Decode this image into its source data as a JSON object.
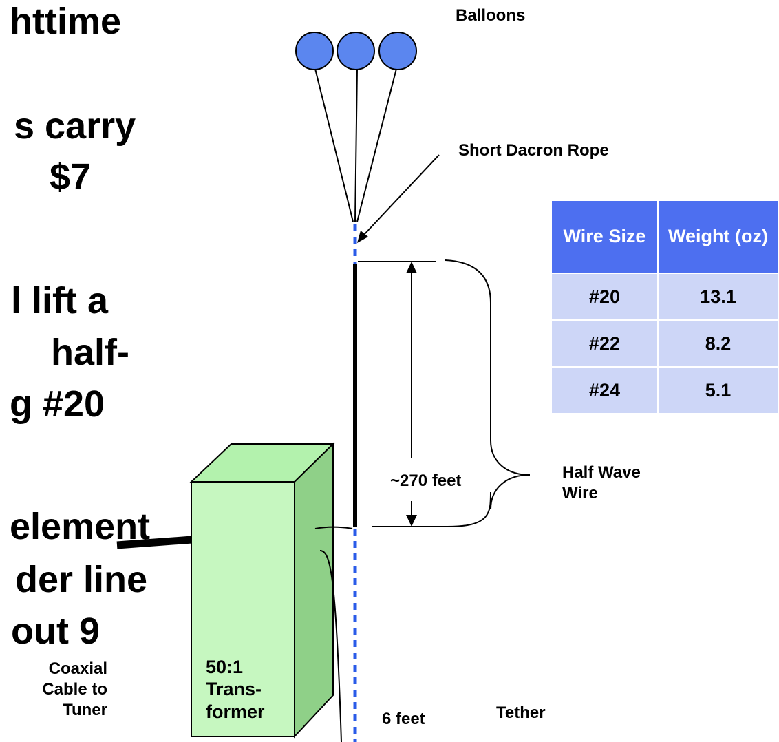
{
  "slide_text": {
    "lines": [
      "httime",
      "s carry",
      "$7",
      "l lift a",
      "half-",
      "g #20",
      "element",
      "der line",
      "out 9"
    ]
  },
  "labels": {
    "balloons": "Balloons",
    "rope": "Short Dacron Rope",
    "length": "~270 feet",
    "half_wave_1": "Half Wave",
    "half_wave_2": "Wire",
    "coax_1": "Coaxial",
    "coax_2": "Cable to",
    "coax_3": "Tuner",
    "transformer_1": "50:1",
    "transformer_2": "Trans-",
    "transformer_3": "former",
    "six_feet": "6 feet",
    "tether": "Tether"
  },
  "wire_table": {
    "headers": [
      "Wire Size",
      "Weight (oz)"
    ],
    "rows": [
      {
        "size": "#20",
        "weight": "13.1"
      },
      {
        "size": "#22",
        "weight": "8.2"
      },
      {
        "size": "#24",
        "weight": "5.1"
      }
    ]
  },
  "colors": {
    "balloon_fill": "#5b86ef",
    "dashed_wire": "#2a5be8",
    "table_header": "#4d6ff0",
    "table_row": "#cdd6f7",
    "box_front": "#c6f7c0",
    "box_side": "#8fd088",
    "box_top": "#b3f2ad"
  }
}
